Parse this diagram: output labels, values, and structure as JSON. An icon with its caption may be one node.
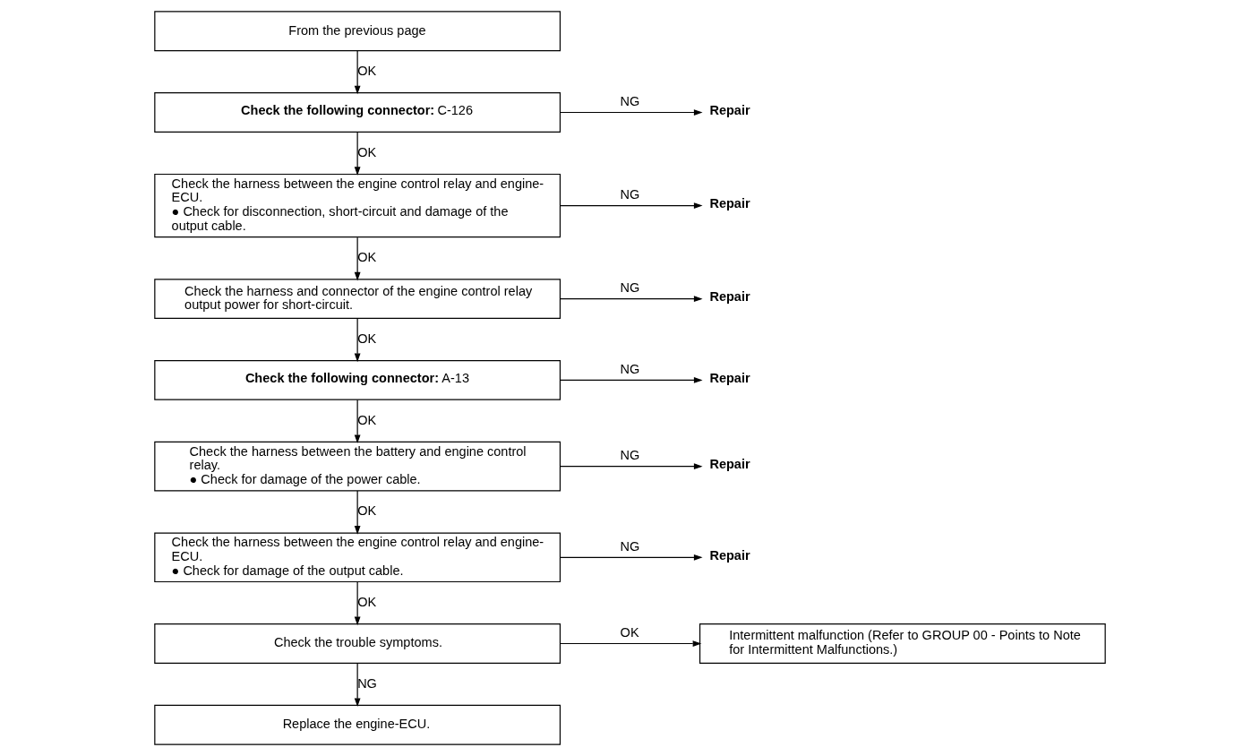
{
  "diagram": {
    "nodes": [
      {
        "text": [
          "From the previous page"
        ]
      },
      {
        "text": [
          "**Check the following connector:** C-126"
        ]
      },
      {
        "text": [
          "Repair"
        ]
      },
      {
        "text": [
          "Check the harness between the engine control relay and engine-ECU.",
          "● Check for disconnection, short-circuit and damage of the output cable."
        ]
      },
      {
        "text": [
          "Repair"
        ]
      },
      {
        "text": [
          "Check the harness and connector of the engine control relay output power for short-circuit."
        ]
      },
      {
        "text": [
          "Repair"
        ]
      },
      {
        "text": [
          "**Check the following connector:** A-13"
        ]
      },
      {
        "text": [
          "Repair"
        ]
      },
      {
        "text": [
          "Check the harness between the battery and engine control relay.",
          "● Check for damage of the power cable."
        ]
      },
      {
        "text": [
          "Repair"
        ]
      },
      {
        "text": [
          "Check the harness between the engine control relay and engine-ECU.",
          "● Check for damage of the output cable."
        ]
      },
      {
        "text": [
          "Repair"
        ]
      },
      {
        "text": [
          "Check the trouble symptoms."
        ]
      },
      {
        "text": [
          "Intermittent malfunction (Refer to GROUP 00 - Points to Note for Intermittent Malfunctions.)"
        ]
      },
      {
        "text": [
          "Replace the engine-ECU."
        ]
      }
    ],
    "edges": [
      {
        "from": 0,
        "to": 1,
        "arrow": "to",
        "label": "OK"
      },
      {
        "from": 1,
        "to": 2,
        "arrow": "to",
        "label": "NG"
      },
      {
        "from": 1,
        "to": 3,
        "arrow": "to",
        "label": "OK"
      },
      {
        "from": 3,
        "to": 4,
        "arrow": "to",
        "label": "NG"
      },
      {
        "from": 3,
        "to": 5,
        "arrow": "to",
        "label": "OK"
      },
      {
        "from": 5,
        "to": 6,
        "arrow": "to",
        "label": "NG"
      },
      {
        "from": 5,
        "to": 7,
        "arrow": "to",
        "label": "OK"
      },
      {
        "from": 7,
        "to": 8,
        "arrow": "to",
        "label": "NG"
      },
      {
        "from": 7,
        "to": 9,
        "arrow": "to",
        "label": "OK"
      },
      {
        "from": 9,
        "to": 10,
        "arrow": "to",
        "label": "NG"
      },
      {
        "from": 9,
        "to": 11,
        "arrow": "to",
        "label": "OK"
      },
      {
        "from": 11,
        "to": 12,
        "arrow": "to",
        "label": "NG"
      },
      {
        "from": 11,
        "to": 13,
        "arrow": "to",
        "label": "OK"
      },
      {
        "from": 13,
        "to": 14,
        "arrow": "to",
        "label": "OK"
      },
      {
        "from": 13,
        "to": 15,
        "arrow": "to",
        "label": "NG"
      }
    ]
  }
}
